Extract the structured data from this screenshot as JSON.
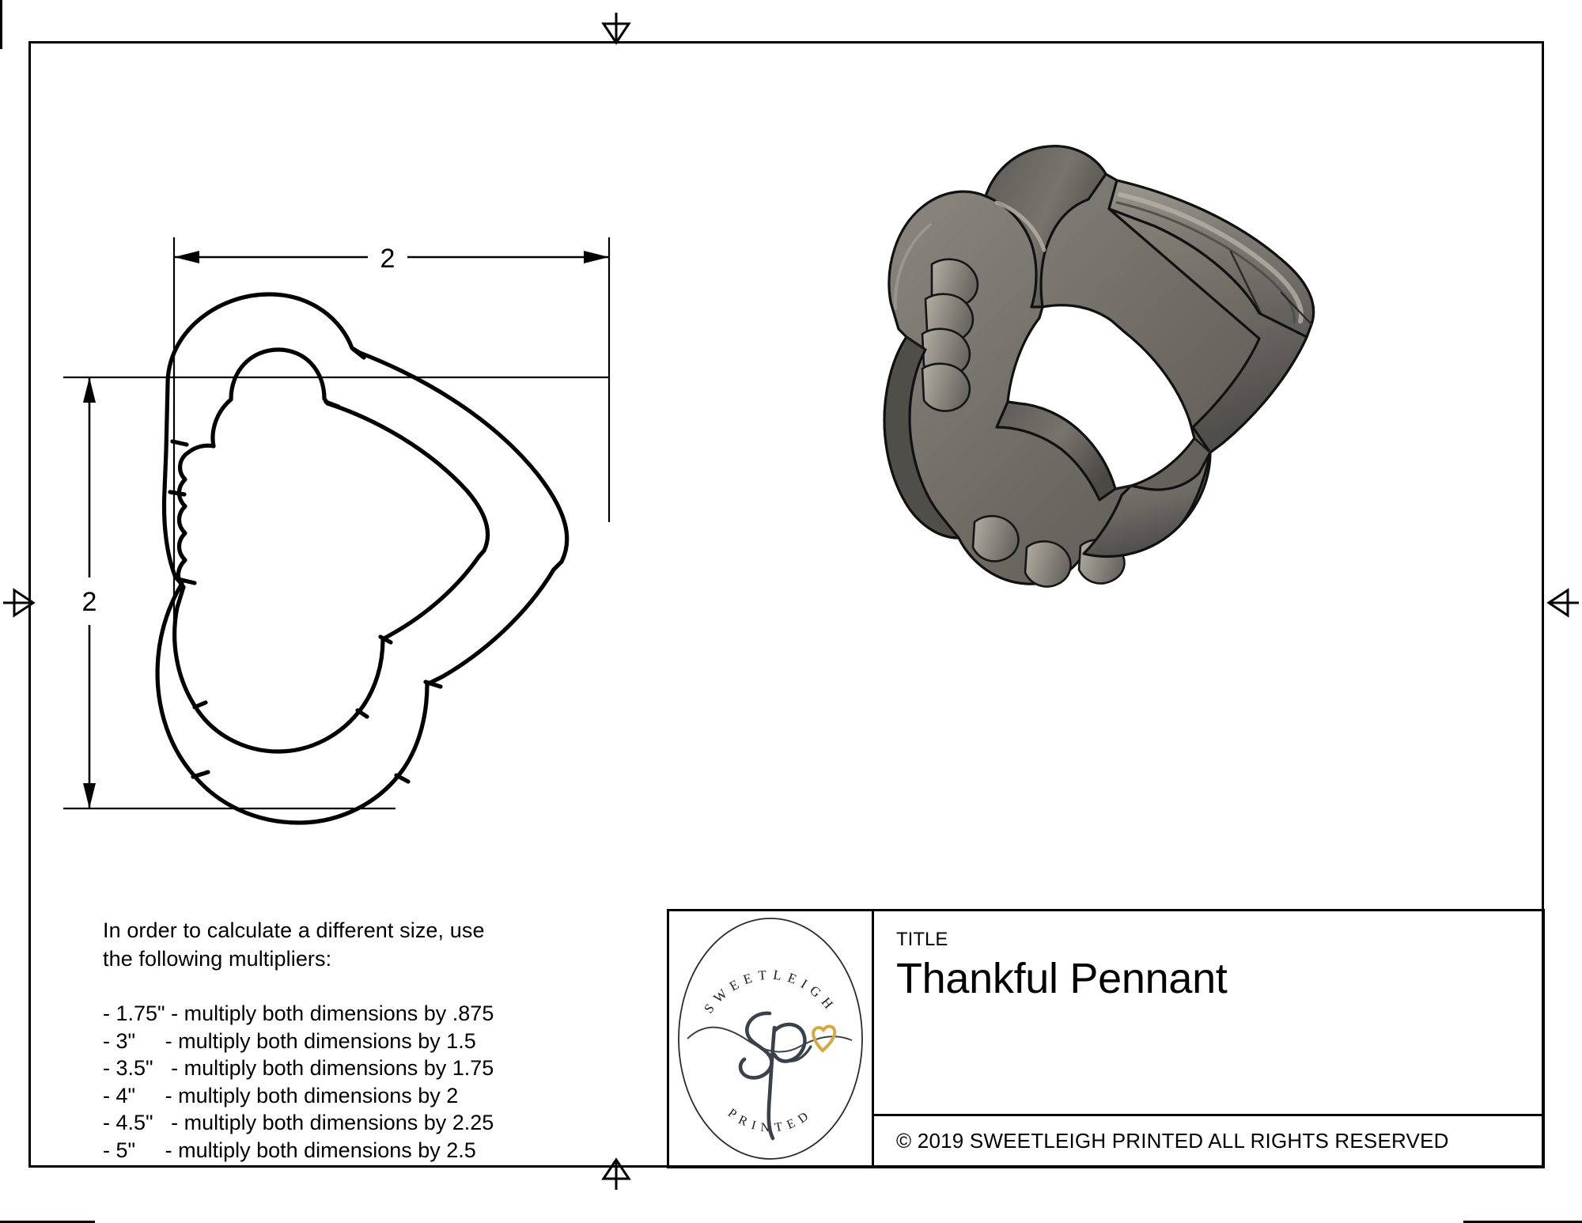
{
  "sheet": {
    "background_color": "#ffffff",
    "line_color": "#000000"
  },
  "drawing": {
    "dimensions": {
      "width_label": "2",
      "height_label": "2",
      "units": "inches"
    },
    "views": {
      "outline_view_name": "flat-outline-view",
      "render_view_name": "isometric-3d-render"
    },
    "render_colors": {
      "metal_light": "#8e8b83",
      "metal_mid": "#6f6d66",
      "metal_dark": "#55534e",
      "metal_darkest": "#3e3c38",
      "edge": "#141414"
    }
  },
  "notes": {
    "heading_line1": "In order to calculate a different size, use",
    "heading_line2": "the following multipliers:",
    "multipliers": [
      "- 1.75\" - multiply both dimensions by .875",
      "- 3\"     - multiply both dimensions by 1.5",
      "- 3.5\"   - multiply both dimensions by 1.75",
      "- 4\"     - multiply both dimensions by 2",
      "- 4.5\"   - multiply both dimensions by 2.25",
      "- 5\"     - multiply both dimensions by 2.5"
    ]
  },
  "title_block": {
    "title_label": "TITLE",
    "title_value": "Thankful Pennant",
    "copyright": "© 2019  SWEETLEIGH PRINTED  ALL RIGHTS RESERVED",
    "logo": {
      "top_text": "SWEETLEIGH",
      "bottom_text": "PRINTED",
      "monogram": "sp",
      "monogram_color": "#3b414a",
      "heart_color": "#d2aa3f",
      "ring_color": "#2b2b2b"
    }
  },
  "markers": {
    "top": "center-mark-top",
    "bottom": "center-mark-bottom",
    "left": "center-mark-left",
    "right": "center-mark-right"
  }
}
